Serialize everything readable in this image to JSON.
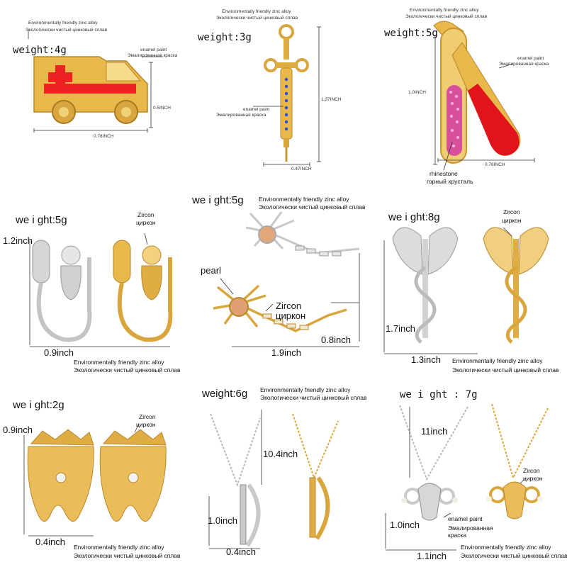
{
  "panels": [
    {
      "weight": "weight:4g",
      "material_en": "Environmentally friendly zinc alloy",
      "material_ru": "Экологически чистый цинковый сплав",
      "paint_en": "enamel paint",
      "paint_ru": "Эмалированная краска",
      "dim_h": "0.5INCH",
      "dim_w": "0.78INCH"
    },
    {
      "weight": "weight:3g",
      "material_en": "Environmentally friendly zinc alloy",
      "material_ru": "Экологически чистый цинковый сплав",
      "paint_en": "enamel paint",
      "paint_ru": "Эмалированная краска",
      "dim_h": "1.37INCH",
      "dim_w": "0.47INCH"
    },
    {
      "weight": "weight:5g",
      "material_en": "Environmentally friendly zinc alloy",
      "material_ru": "Экологически чистый цинковый сплав",
      "paint_en": "enamel paint",
      "paint_ru": "Эмалированная краска",
      "stone_en": "rhinestone",
      "stone_ru": "горный хрусталь",
      "dim_h": "1.0INCH",
      "dim_w": "0.78INCH"
    },
    {
      "weight": "we i ght:5g",
      "zircon_en": "Zircon",
      "zircon_ru": "циркон",
      "dim_h": "1.2inch",
      "dim_w": "0.9inch",
      "material_en": "Environmentally friendly zinc alloy",
      "material_ru": "Экологически чистый цинковый сплав"
    },
    {
      "weight": "we i ght:5g",
      "material_en": "Environmentally friendly zinc alloy",
      "material_ru": "Экологически чистый цинковый сплав",
      "pearl": "pearl",
      "zircon_en": "Zircon",
      "zircon_ru": "циркон",
      "dim_h": "0.8inch",
      "dim_w": "1.9inch"
    },
    {
      "weight": "we i ght:8g",
      "zircon_en": "Zircon",
      "zircon_ru": "циркон",
      "dim_h": "1.7inch",
      "dim_w": "1.3inch",
      "material_en": "Environmentally friendly zinc alloy",
      "material_ru": "Экологически чистый цинковый сплав"
    },
    {
      "weight": "we i ght:2g",
      "zircon_en": "Zircon",
      "zircon_ru": "циркон",
      "dim_h": "0.9inch",
      "dim_w": "0.4inch",
      "material_en": "Environmentally friendly zinc alloy",
      "material_ru": "Экологически чистый цинковый сплав"
    },
    {
      "weight": "weight:6g",
      "material_en": "Environmentally friendly zinc alloy",
      "material_ru": "Экологически чистый цинковый сплав",
      "dim_chain": "10.4inch",
      "dim_h": "1.0inch",
      "dim_w": "0.4inch"
    },
    {
      "weight": "we i ght : 7g",
      "dim_chain": "11inch",
      "dim_h": "1.0inch",
      "zircon_en": "Zircon",
      "zircon_ru": "циркон",
      "paint_en": "enamel paint",
      "paint_ru": "Эмалированная краска",
      "dim_w": "1.1inch",
      "material_en": "Environmentally friendly zinc alloy",
      "material_ru": "Экологически чистый цинковый сплав"
    }
  ]
}
